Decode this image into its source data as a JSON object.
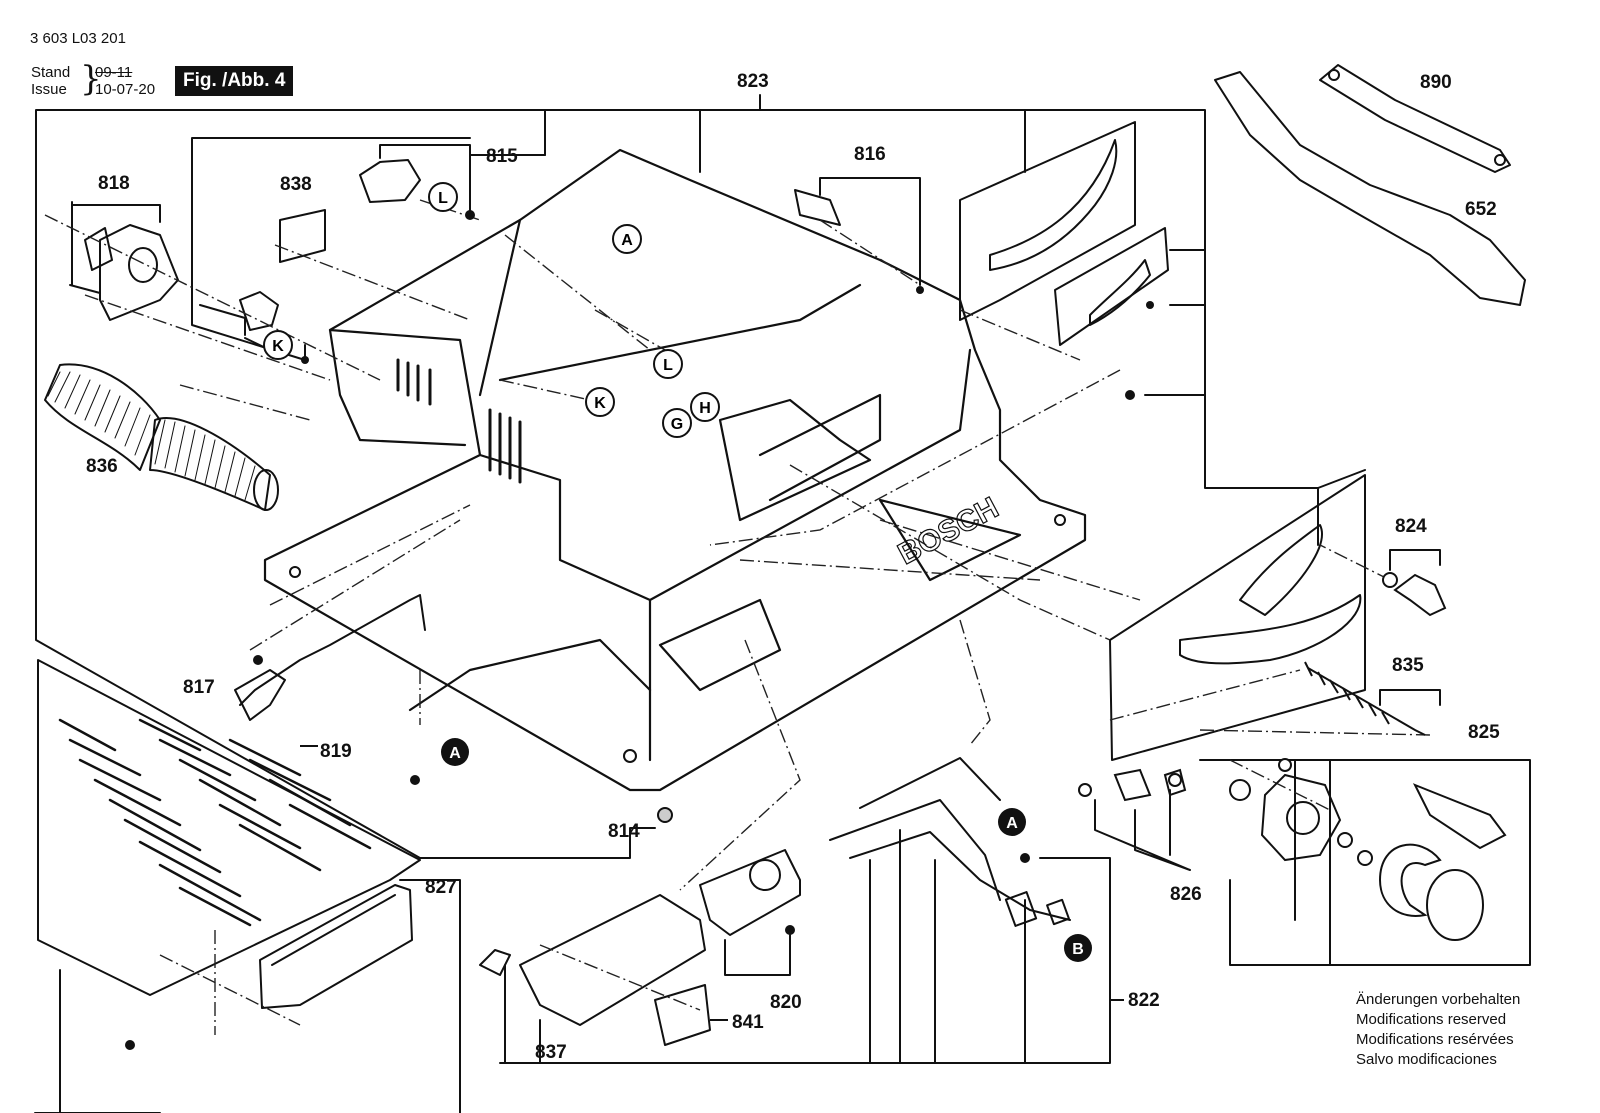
{
  "doc_number": "3 603 L03 201",
  "stand": {
    "label": "Stand",
    "value": "09-11"
  },
  "issue": {
    "label": "Issue",
    "value": "10-07-20"
  },
  "figure_label": "Fig. /Abb. 4",
  "part_labels": {
    "p823": "823",
    "p890": "890",
    "p652": "652",
    "p815": "815",
    "p816": "816",
    "p818": "818",
    "p838": "838",
    "p836": "836",
    "p824": "824",
    "p835": "835",
    "p825": "825",
    "p817": "817",
    "p819": "819",
    "p814": "814",
    "p826": "826",
    "p827": "827",
    "p820": "820",
    "p822": "822",
    "p841": "841",
    "p837": "837"
  },
  "ref_markers": {
    "A": "A",
    "L": "L",
    "K": "K",
    "G": "G",
    "H": "H",
    "B": "B"
  },
  "notes": [
    "Änderungen vorbehalten",
    "Modifications reserved",
    "Modifications resérvées",
    "Salvo modificaciones"
  ]
}
